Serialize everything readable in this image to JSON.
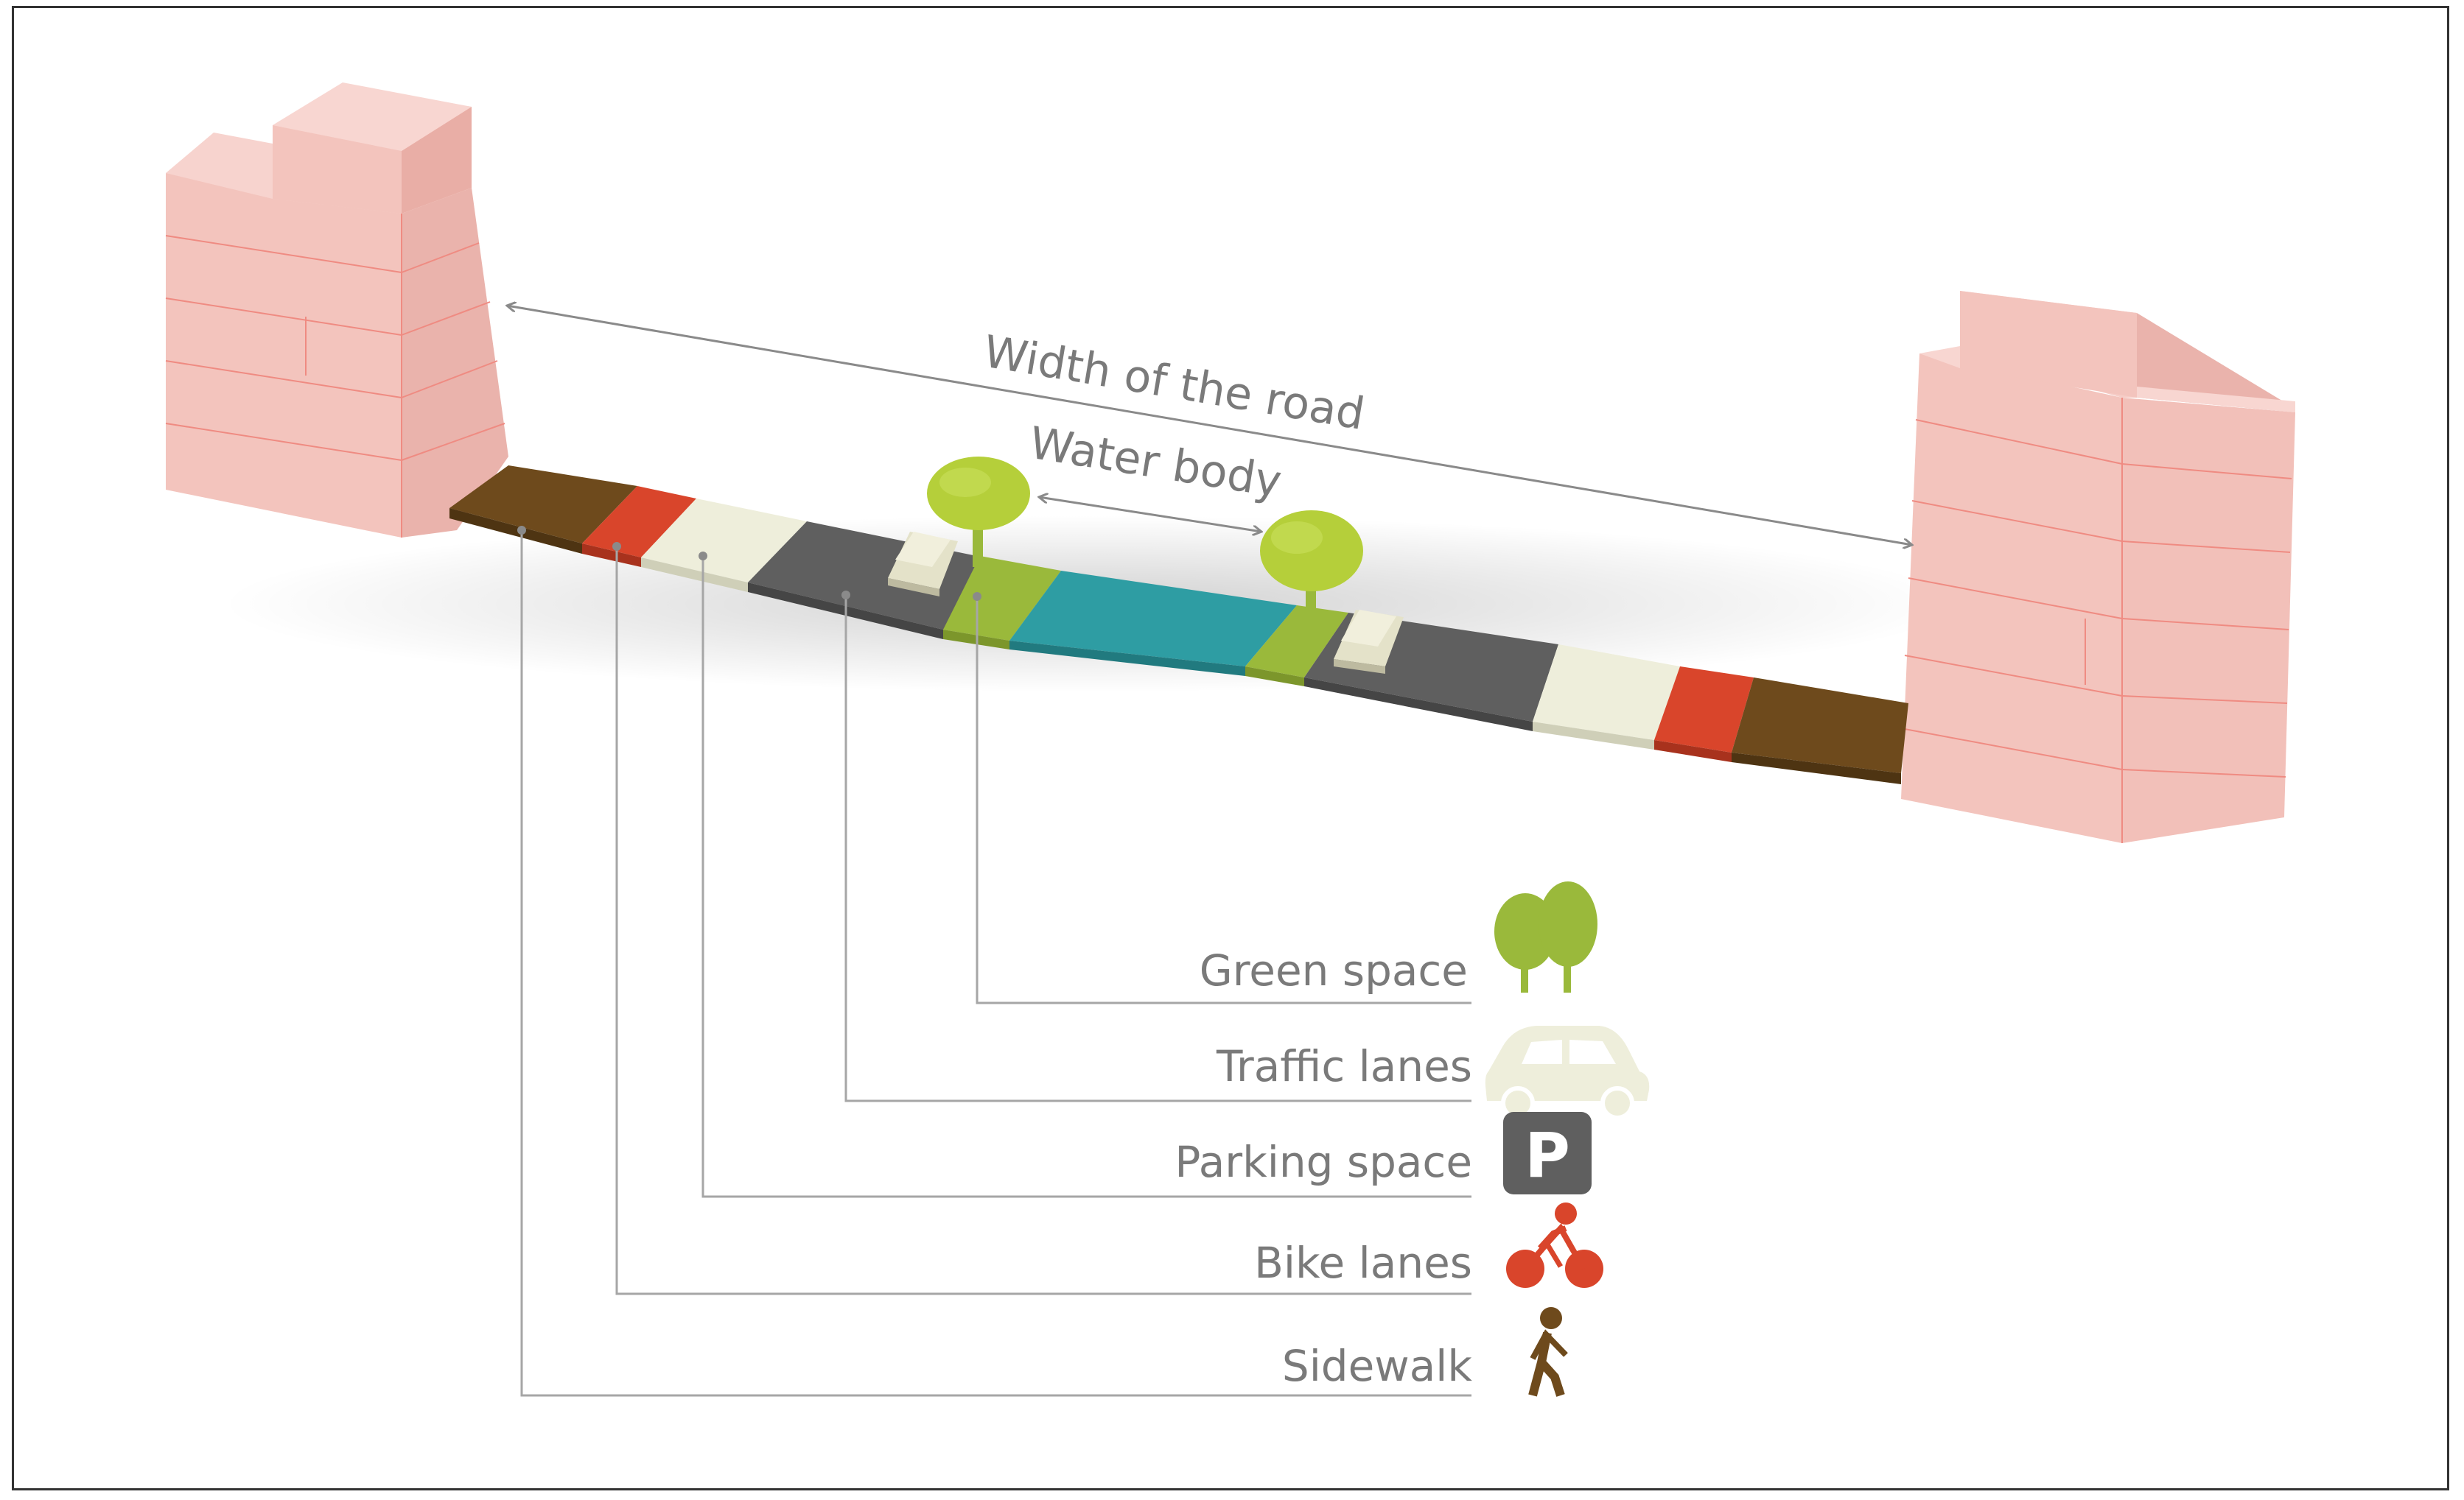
{
  "diagram": {
    "dimension_labels": {
      "road_width": "Width of the road",
      "water_body": "Water body"
    },
    "legend": [
      {
        "id": "green-space",
        "label": "Green space",
        "icon": "trees-icon",
        "color": "#9ab93b"
      },
      {
        "id": "traffic-lanes",
        "label": "Traffic lanes",
        "icon": "car-icon",
        "color": "#eeeedb"
      },
      {
        "id": "parking-space",
        "label": "Parking space",
        "icon": "parking-icon",
        "color": "#5f5f5f"
      },
      {
        "id": "bike-lanes",
        "label": "Bike lanes",
        "icon": "cyclist-icon",
        "color": "#d9452b"
      },
      {
        "id": "sidewalk",
        "label": "Sidewalk",
        "icon": "pedestrian-icon",
        "color": "#6e4a1c"
      }
    ],
    "colors": {
      "building": "#f5c9c3",
      "building_lines": "#ef8b82",
      "water": "#2e9da3",
      "leader_lines": "#a6a6a6"
    }
  }
}
